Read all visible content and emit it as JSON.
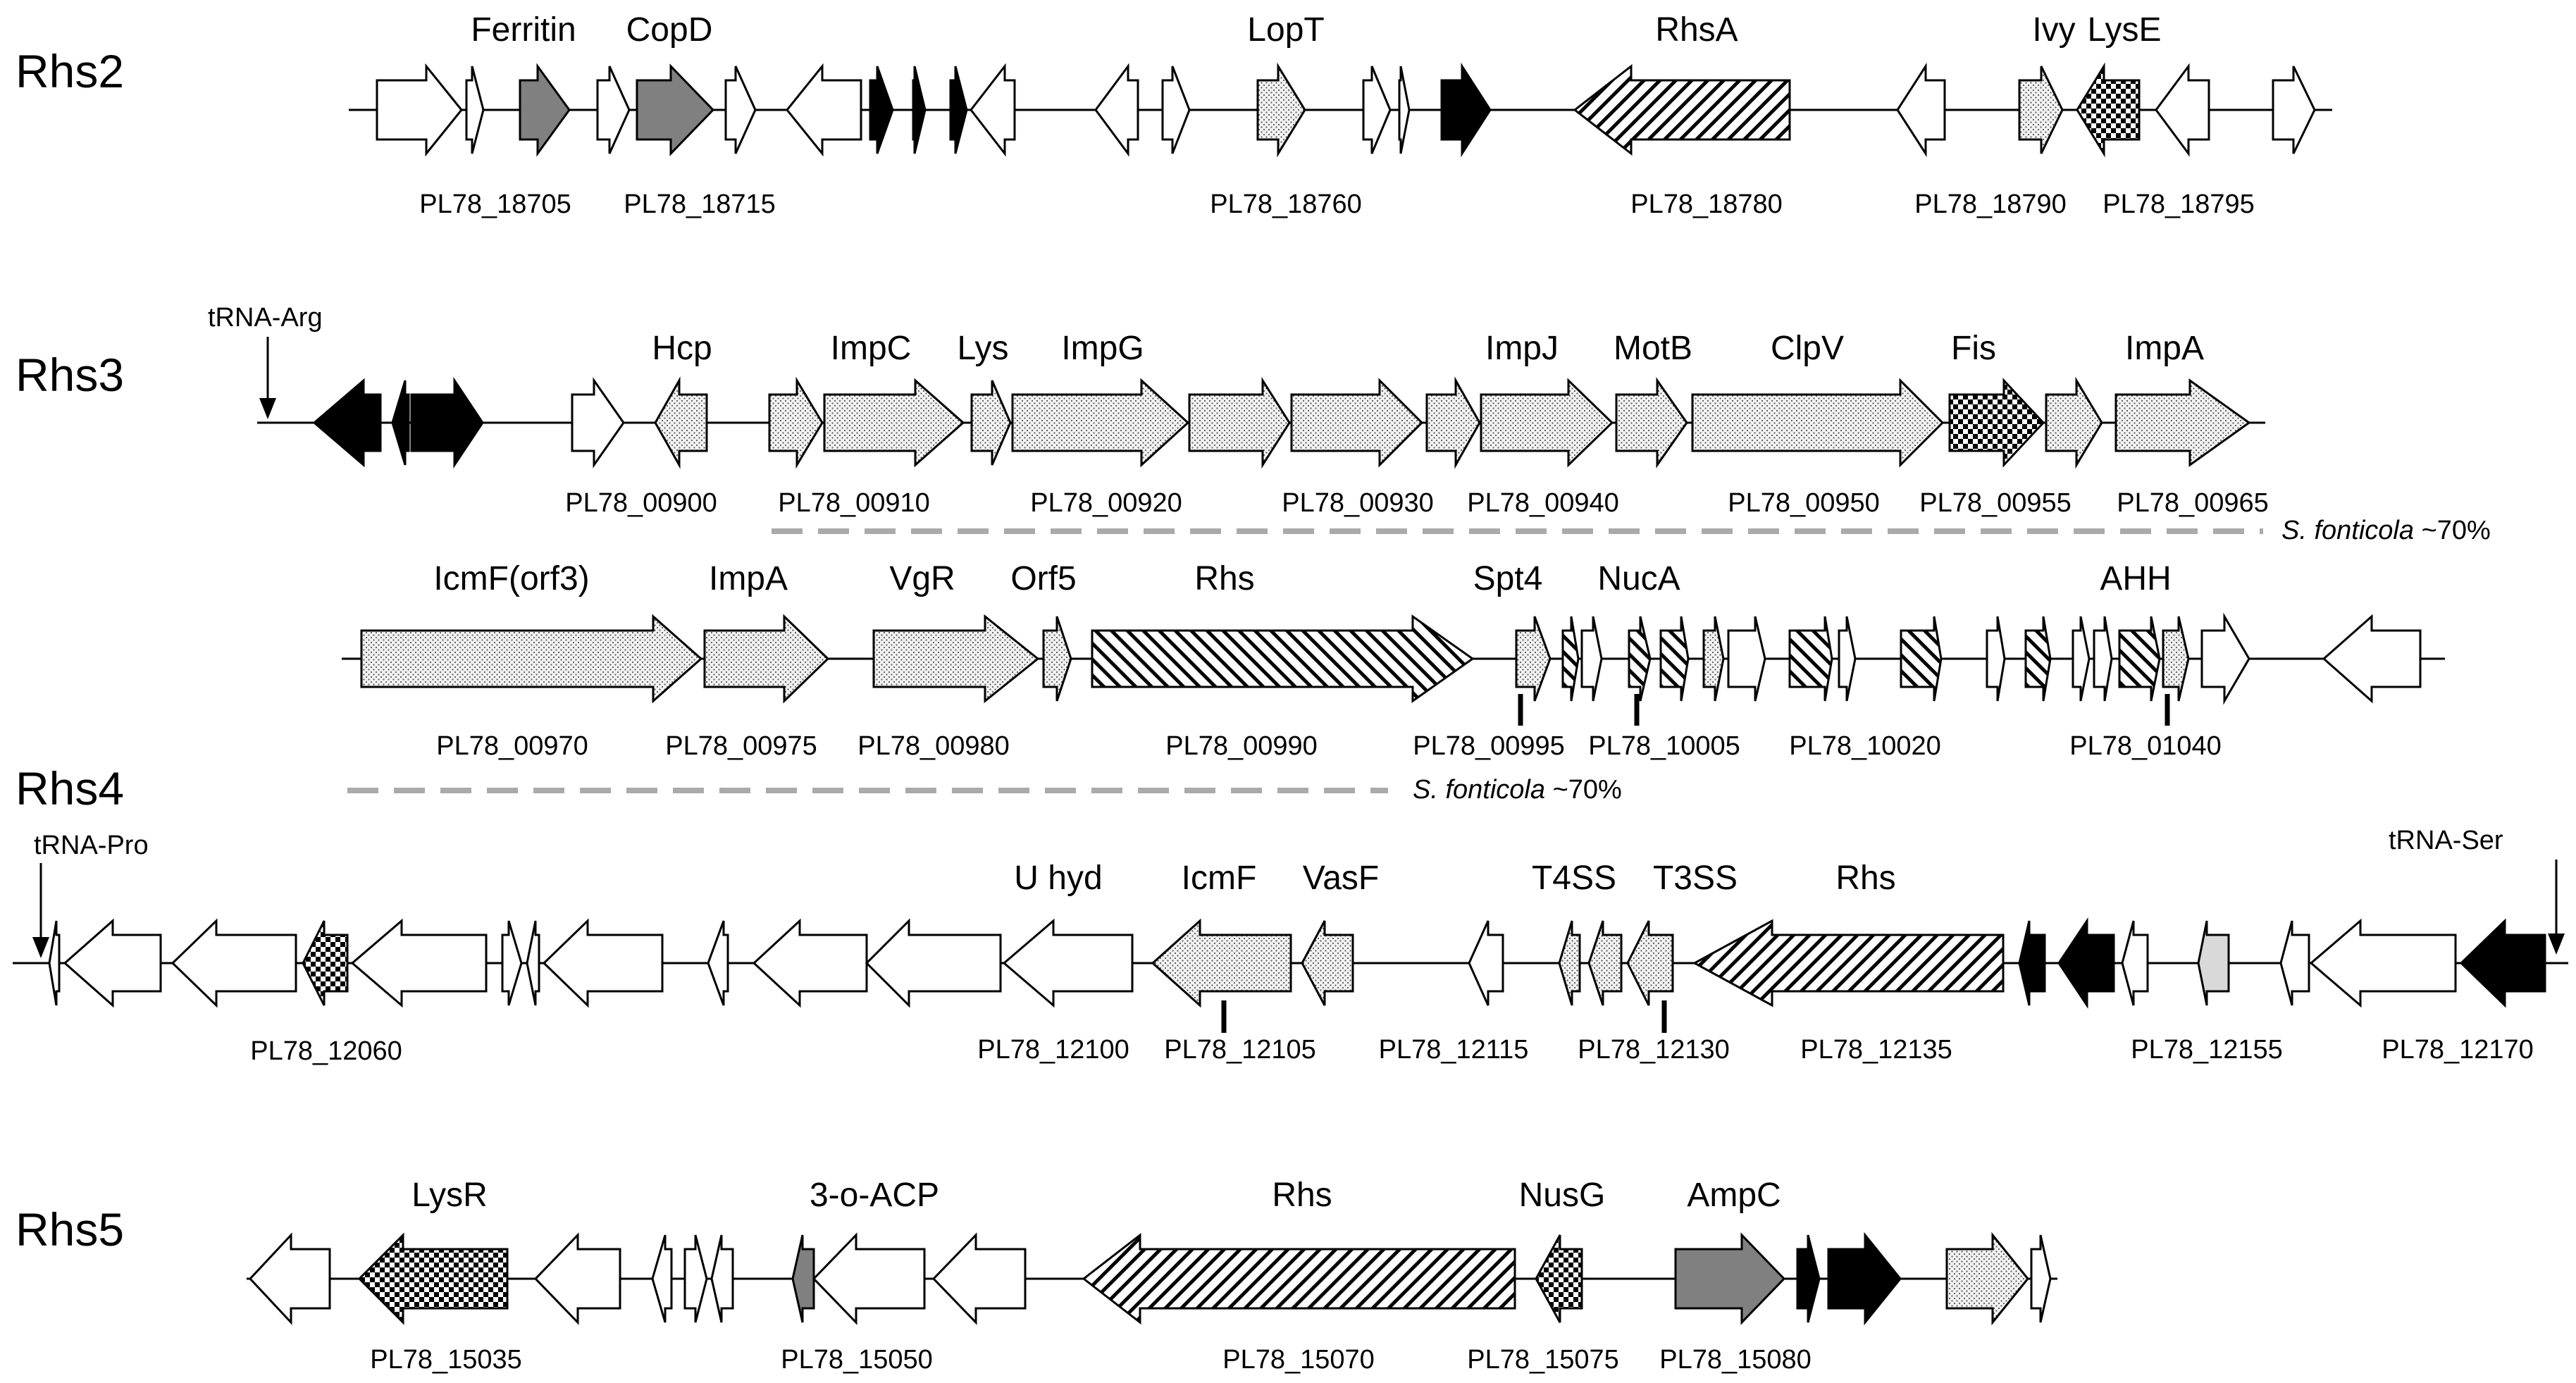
{
  "colors": {
    "white": "#ffffff",
    "black": "#000000",
    "gray": "#808080",
    "lightgray": "#d9d9d9",
    "dash": "#aaaaaa"
  },
  "tracks": [
    {
      "id": "rhs2",
      "label": "Rhs2",
      "genes": [
        {
          "dir": "+",
          "fill": "white"
        },
        {
          "dir": "+",
          "fill": "white"
        },
        {
          "dir": "+",
          "fill": "gray",
          "name": "Ferritin",
          "locus": "PL78_18705"
        },
        {
          "dir": "+",
          "fill": "white"
        },
        {
          "dir": "+",
          "fill": "gray",
          "name": "CopD",
          "locus": "PL78_18715"
        },
        {
          "dir": "+",
          "fill": "white"
        },
        {
          "dir": "-",
          "fill": "white"
        },
        {
          "dir": "+",
          "fill": "black"
        },
        {
          "dir": "+",
          "fill": "black"
        },
        {
          "dir": "+",
          "fill": "black"
        },
        {
          "dir": "-",
          "fill": "white"
        },
        {
          "dir": "-",
          "fill": "white"
        },
        {
          "dir": "+",
          "fill": "white"
        },
        {
          "dir": "+",
          "fill": "dots",
          "name": "LopT",
          "locus": "PL78_18760"
        },
        {
          "dir": "+",
          "fill": "white"
        },
        {
          "dir": "+",
          "fill": "white"
        },
        {
          "dir": "+",
          "fill": "black"
        },
        {
          "dir": "-",
          "fill": "hatch",
          "name": "RhsA",
          "locus": "PL78_18780"
        },
        {
          "dir": "-",
          "fill": "white"
        },
        {
          "dir": "+",
          "fill": "dots",
          "name": "Ivy",
          "locus": "PL78_18790"
        },
        {
          "dir": "-",
          "fill": "checker",
          "name": "LysE",
          "locus": "PL78_18795"
        },
        {
          "dir": "-",
          "fill": "white"
        },
        {
          "dir": "+",
          "fill": "white"
        }
      ]
    },
    {
      "id": "rhs3",
      "label": "Rhs3",
      "trna": "tRNA-Arg",
      "note": "~70%",
      "note_species": "S. fonticola",
      "genes": [
        {
          "dir": "-",
          "fill": "black"
        },
        {
          "dir": "-",
          "fill": "black"
        },
        {
          "dir": "+",
          "fill": "black"
        },
        {
          "dir": "+",
          "fill": "white"
        },
        {
          "dir": "-",
          "fill": "dots",
          "name": "Hcp",
          "locus": "PL78_00900"
        },
        {
          "dir": "+",
          "fill": "dots"
        },
        {
          "dir": "+",
          "fill": "dots",
          "name": "ImpC",
          "locus": "PL78_00910"
        },
        {
          "dir": "+",
          "fill": "dots",
          "name": "Lys"
        },
        {
          "dir": "+",
          "fill": "dots",
          "name": "ImpG",
          "locus": "PL78_00920"
        },
        {
          "dir": "+",
          "fill": "dots"
        },
        {
          "dir": "+",
          "fill": "dots",
          "locus": "PL78_00930"
        },
        {
          "dir": "+",
          "fill": "dots"
        },
        {
          "dir": "+",
          "fill": "dots",
          "name": "ImpJ",
          "locus": "PL78_00940"
        },
        {
          "dir": "+",
          "fill": "dots",
          "name": "MotB"
        },
        {
          "dir": "+",
          "fill": "dots",
          "name": "ClpV",
          "locus": "PL78_00950"
        },
        {
          "dir": "+",
          "fill": "checker",
          "name": "Fis",
          "locus": "PL78_00955"
        },
        {
          "dir": "+",
          "fill": "dots"
        },
        {
          "dir": "+",
          "fill": "dots",
          "name": "ImpA",
          "locus": "PL78_00965"
        }
      ]
    },
    {
      "id": "rhs3b",
      "note": "~70%",
      "note_species": "S. fonticola",
      "genes": [
        {
          "dir": "+",
          "fill": "dots",
          "name": "IcmF(orf3)",
          "locus": "PL78_00970"
        },
        {
          "dir": "+",
          "fill": "dots",
          "name": "ImpA",
          "locus": "PL78_00975"
        },
        {
          "dir": "+",
          "fill": "dots",
          "name": "VgR",
          "locus": "PL78_00980"
        },
        {
          "dir": "+",
          "fill": "dots",
          "name": "Orf5"
        },
        {
          "dir": "+",
          "fill": "hatchb",
          "name": "Rhs",
          "locus": "PL78_00990"
        },
        {
          "dir": "+",
          "fill": "dots",
          "name": "Spt4",
          "locus": "PL78_00995"
        },
        {
          "dir": "+",
          "fill": "hatchb"
        },
        {
          "dir": "+",
          "fill": "white"
        },
        {
          "dir": "+",
          "fill": "hatchb",
          "name": "NucA"
        },
        {
          "dir": "+",
          "fill": "hatchb",
          "locus": "PL78_10005"
        },
        {
          "dir": "+",
          "fill": "dots"
        },
        {
          "dir": "+",
          "fill": "white"
        },
        {
          "dir": "+",
          "fill": "hatchb"
        },
        {
          "dir": "+",
          "fill": "white",
          "locus": "PL78_10020"
        },
        {
          "dir": "+",
          "fill": "hatchb"
        },
        {
          "dir": "+",
          "fill": "white"
        },
        {
          "dir": "+",
          "fill": "hatchb"
        },
        {
          "dir": "+",
          "fill": "white"
        },
        {
          "dir": "+",
          "fill": "white"
        },
        {
          "dir": "+",
          "fill": "hatchb",
          "name": "AHH",
          "locus": "PL78_01040"
        },
        {
          "dir": "+",
          "fill": "dots"
        },
        {
          "dir": "+",
          "fill": "white"
        },
        {
          "dir": "-",
          "fill": "white"
        }
      ]
    },
    {
      "id": "rhs4",
      "label": "Rhs4",
      "trna_left": "tRNA-Pro",
      "trna_right": "tRNA-Ser",
      "genes": [
        {
          "dir": "-",
          "fill": "white"
        },
        {
          "dir": "-",
          "fill": "white"
        },
        {
          "dir": "-",
          "fill": "white"
        },
        {
          "dir": "-",
          "fill": "checker",
          "locus": "PL78_12060"
        },
        {
          "dir": "-",
          "fill": "white"
        },
        {
          "dir": "+",
          "fill": "white"
        },
        {
          "dir": "-",
          "fill": "white"
        },
        {
          "dir": "-",
          "fill": "white"
        },
        {
          "dir": "-",
          "fill": "white"
        },
        {
          "dir": "-",
          "fill": "white"
        },
        {
          "dir": "-",
          "fill": "white"
        },
        {
          "dir": "-",
          "fill": "white",
          "name": "U hyd",
          "locus": "PL78_12100"
        },
        {
          "dir": "-",
          "fill": "dots",
          "name": "IcmF",
          "locus": "PL78_12105"
        },
        {
          "dir": "-",
          "fill": "dots",
          "name": "VasF"
        },
        {
          "dir": "-",
          "fill": "white",
          "locus": "PL78_12115"
        },
        {
          "dir": "-",
          "fill": "dots",
          "name": "T4SS"
        },
        {
          "dir": "-",
          "fill": "dots"
        },
        {
          "dir": "-",
          "fill": "dots",
          "name": "T3SS",
          "locus": "PL78_12130"
        },
        {
          "dir": "-",
          "fill": "hatch",
          "name": "Rhs",
          "locus": "PL78_12135"
        },
        {
          "dir": "-",
          "fill": "black"
        },
        {
          "dir": "-",
          "fill": "black"
        },
        {
          "dir": "-",
          "fill": "white"
        },
        {
          "dir": "-",
          "fill": "lightgray",
          "locus": "PL78_12155"
        },
        {
          "dir": "-",
          "fill": "white"
        },
        {
          "dir": "-",
          "fill": "white",
          "locus": "PL78_12170"
        },
        {
          "dir": "-",
          "fill": "black"
        }
      ]
    },
    {
      "id": "rhs5",
      "label": "Rhs5",
      "genes": [
        {
          "dir": "-",
          "fill": "white"
        },
        {
          "dir": "-",
          "fill": "checker",
          "name": "LysR",
          "locus": "PL78_15035"
        },
        {
          "dir": "-",
          "fill": "white"
        },
        {
          "dir": "-",
          "fill": "white"
        },
        {
          "dir": "+",
          "fill": "white"
        },
        {
          "dir": "-",
          "fill": "white"
        },
        {
          "dir": "-",
          "fill": "gray",
          "name": "3-o-ACP",
          "locus": "PL78_15050"
        },
        {
          "dir": "-",
          "fill": "white"
        },
        {
          "dir": "-",
          "fill": "white"
        },
        {
          "dir": "-",
          "fill": "hatch",
          "name": "Rhs",
          "locus": "PL78_15070"
        },
        {
          "dir": "-",
          "fill": "checker",
          "name": "NusG",
          "locus": "PL78_15075"
        },
        {
          "dir": "+",
          "fill": "gray",
          "name": "AmpC",
          "locus": "PL78_15080"
        },
        {
          "dir": "+",
          "fill": "black"
        },
        {
          "dir": "+",
          "fill": "black"
        },
        {
          "dir": "+",
          "fill": "dots"
        },
        {
          "dir": "+",
          "fill": "white"
        }
      ]
    }
  ]
}
